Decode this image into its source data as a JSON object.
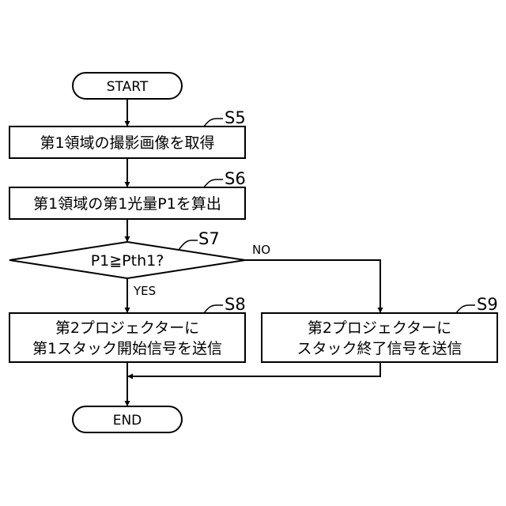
{
  "terminals": {
    "start": "START",
    "end": "END"
  },
  "steps": {
    "s5": {
      "label": "S5",
      "text": "第1領域の撮影画像を取得"
    },
    "s6": {
      "label": "S6",
      "text": "第1領域の第1光量P1を算出"
    },
    "s7": {
      "label": "S7",
      "text": "P1≧Pth1?"
    },
    "s8": {
      "label": "S8",
      "lines": [
        "第2プロジェクターに",
        "第1スタック開始信号を送信"
      ]
    },
    "s9": {
      "label": "S9",
      "lines": [
        "第2プロジェクターに",
        "スタック終了信号を送信"
      ]
    }
  },
  "branches": {
    "yes": "YES",
    "no": "NO"
  }
}
